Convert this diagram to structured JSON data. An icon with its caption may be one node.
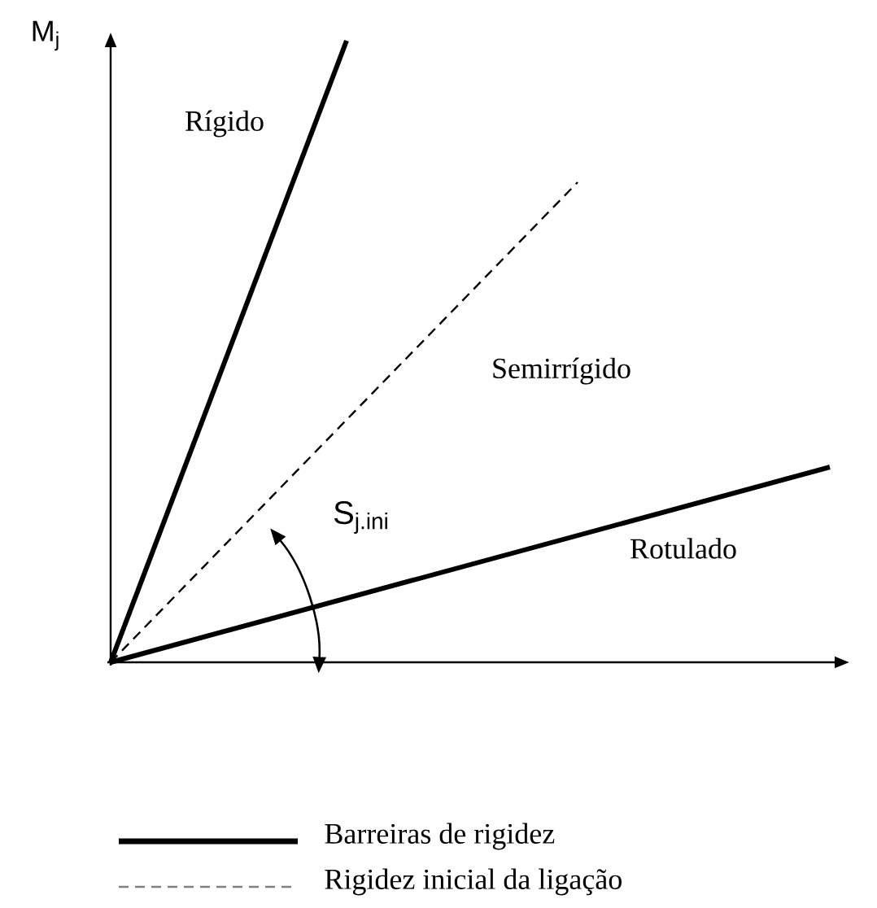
{
  "diagram": {
    "labels": [
      "M$_{j}$",
      "Rígido",
      "Semirrígido",
      "S$_{j.ini}$",
      "Rotulado"
    ],
    "legend": [
      {
        "text": "Barreiras de rigidez"
      },
      {
        "text": "Rigidez inicial da ligação"
      }
    ]
  }
}
